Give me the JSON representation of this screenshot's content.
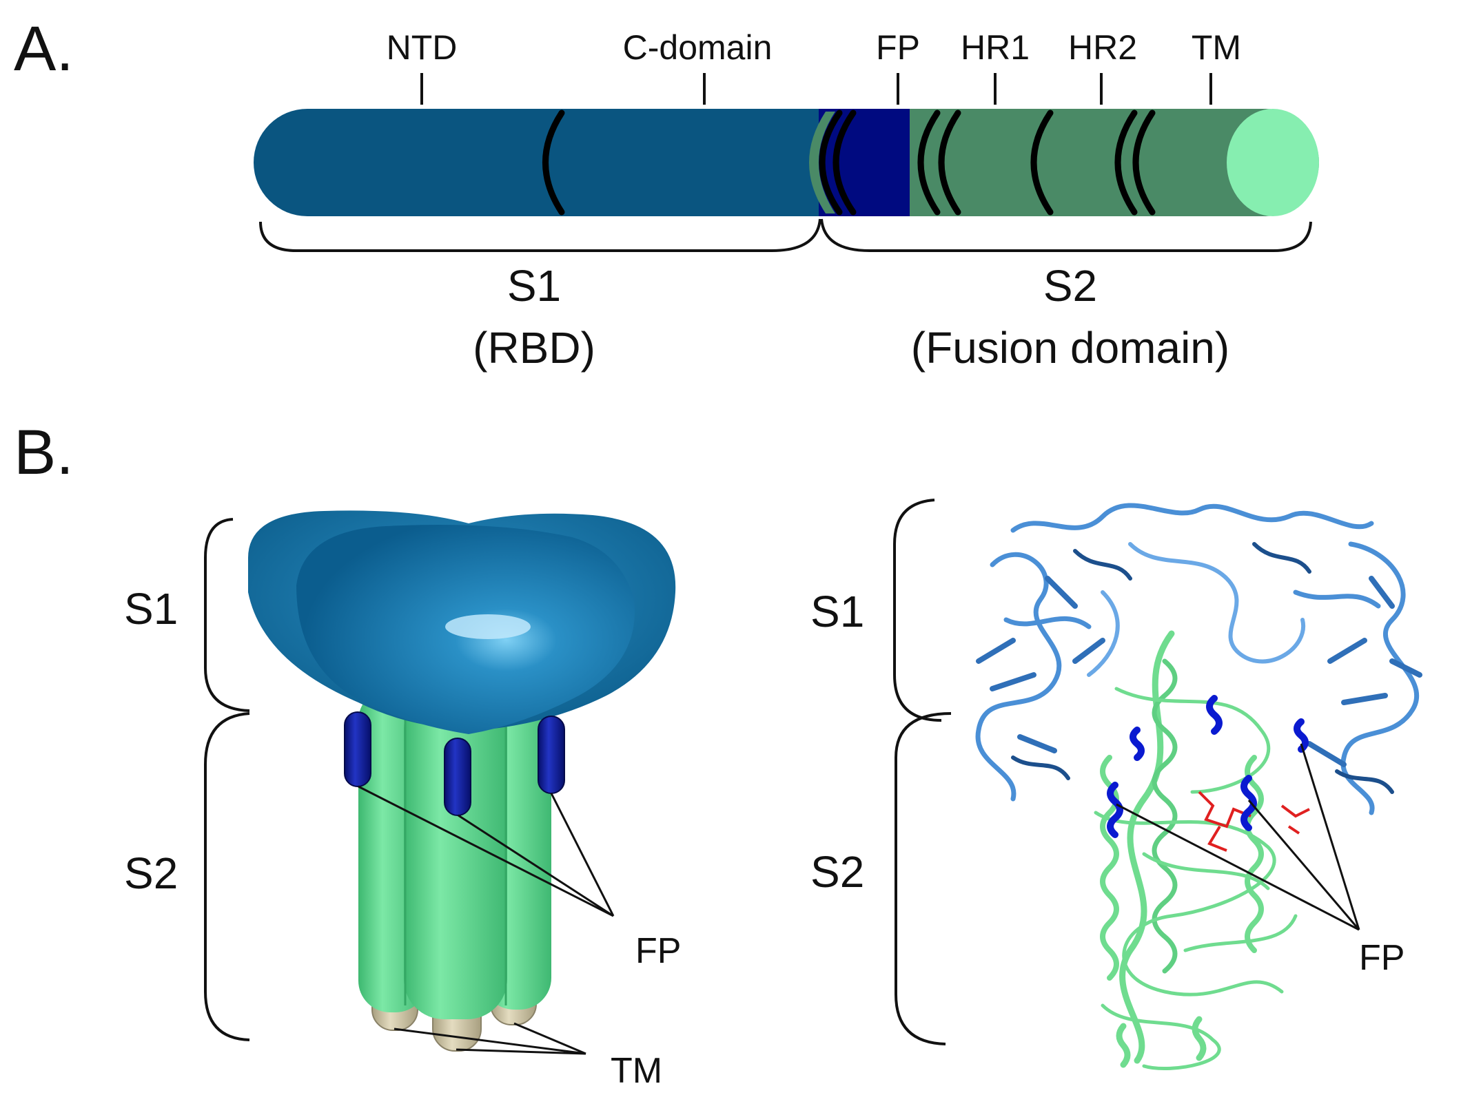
{
  "panelA": {
    "panel_label": "A.",
    "domain_labels": [
      "NTD",
      "C-domain",
      "FP",
      "HR1",
      "HR2",
      "TM"
    ],
    "s1": {
      "name": "S1",
      "subtitle": "(RBD)"
    },
    "s2": {
      "name": "S2",
      "subtitle": "(Fusion domain)"
    }
  },
  "panelB": {
    "panel_label": "B.",
    "model": {
      "s1": "S1",
      "s2": "S2",
      "fp": "FP",
      "tm": "TM"
    },
    "structure": {
      "s1": "S1",
      "s2": "S2",
      "fp": "FP"
    }
  },
  "colors": {
    "s1_teal": "#0a5580",
    "fp_navy": "#000a80",
    "s2_green": "#4a8a66",
    "tip_mint": "#86eeb0",
    "cap_blue": "#1275aa",
    "stalk_green": "#5fd48f",
    "tm_tan": "#c9c0a0",
    "fp_blue": "#0a1a9a",
    "ribbon_blue": "#4a8fd6",
    "ribbon_green": "#6fdc8f",
    "ribbon_red": "#e02020"
  }
}
